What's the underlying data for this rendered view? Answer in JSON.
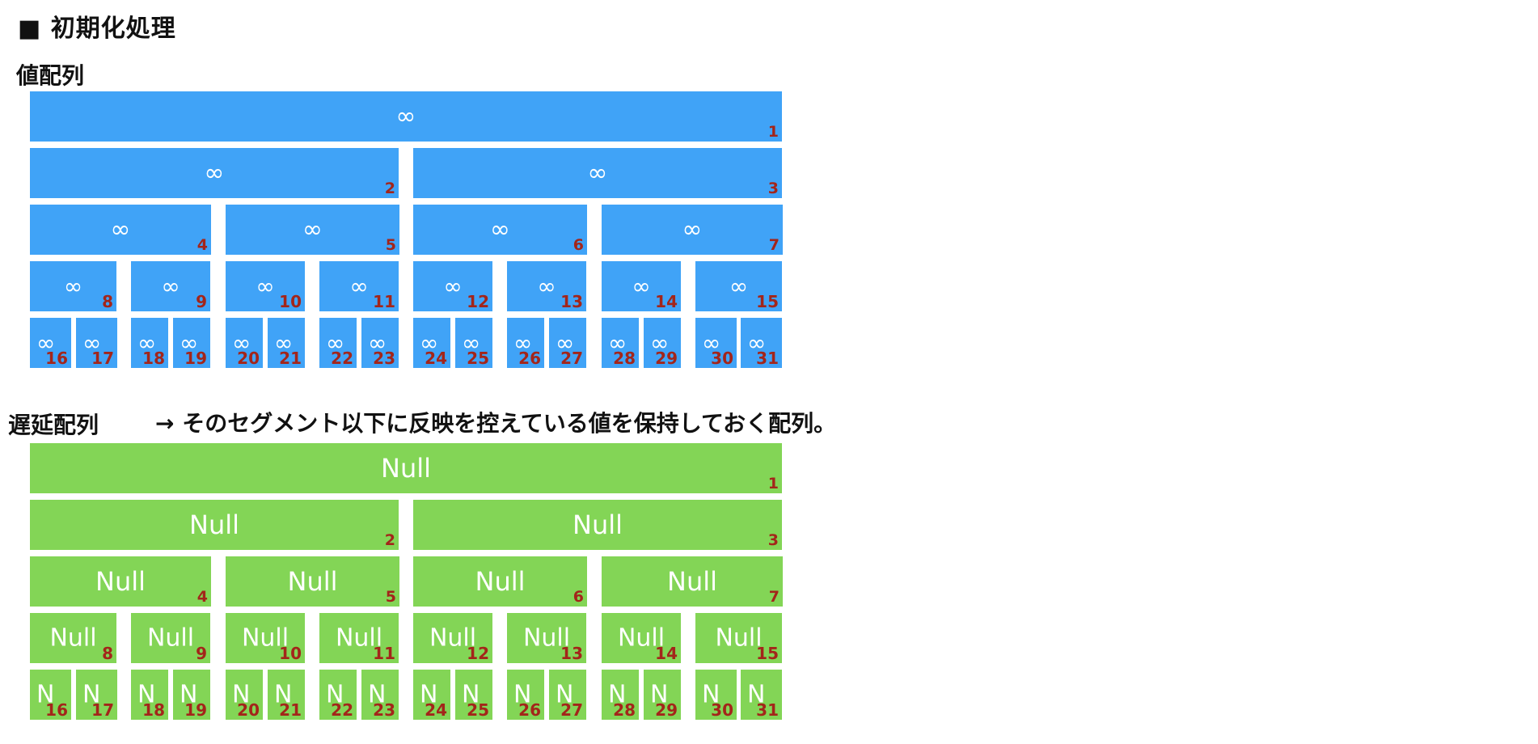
{
  "title": "■ 初期化処理",
  "value_array": {
    "label": "値配列",
    "color": "#40a3f7",
    "node_value": "∞",
    "index_color": "#a3251a"
  },
  "lazy_array": {
    "label": "遅延配列",
    "description": "→ そのセグメント以下に反映を控えている値を保持しておく配列。",
    "color": "#83d556",
    "node_value": "Null",
    "leaf_value": "N",
    "index_color": "#a3251a"
  },
  "tree": {
    "levels": 5,
    "indices": [
      1,
      2,
      3,
      4,
      5,
      6,
      7,
      8,
      9,
      10,
      11,
      12,
      13,
      14,
      15,
      16,
      17,
      18,
      19,
      20,
      21,
      22,
      23,
      24,
      25,
      26,
      27,
      28,
      29,
      30,
      31
    ]
  }
}
